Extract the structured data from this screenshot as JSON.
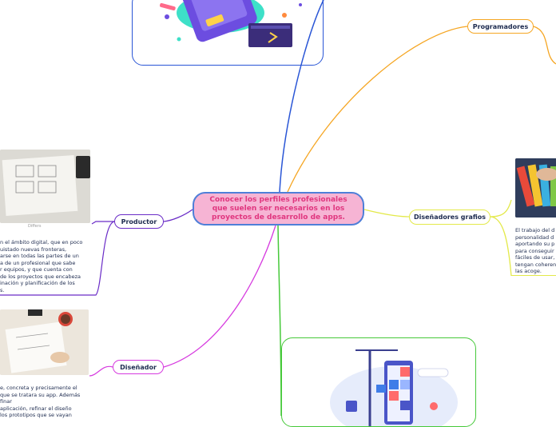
{
  "central_topic": "Conocer los perfiles profesionales que suelen ser necesarios en los proyectos de desarrollo de apps.",
  "branches": {
    "programadores": {
      "label": "Programadores",
      "color": "#f5a623"
    },
    "productor": {
      "label": "Productor",
      "color": "#6a2cc7",
      "text": "n el ámbito digital, que en poco\nuistado nuevas fronteras,\narse en todas las partes de un\na de un profesional que sabe\nr equipos, y que cuenta con\nde los proyectos que encabeza\ninación y planificación de los\ns.",
      "photo_caption": "Differs"
    },
    "disenador": {
      "label": "Diseñador",
      "color": "#d63adf",
      "text": "e, concreta y precisamente el\nque se tratara su app. Además\nfinar\naplicación, refinar el diseño\nlos prototipos que se vayan"
    },
    "disenadores_graficos": {
      "label": "Diseñadores grafios",
      "color": "#e3e94a",
      "text": "El trabajo del d\npersonalidad d\naportando su p\npara conseguir\nfáciles de usar,\ntengan coheren\nlas acoge."
    }
  },
  "colors": {
    "central_fill": "#f6b4d4",
    "central_border": "#4f7fd8",
    "central_text": "#e0367f",
    "top_link": "#2a56d6",
    "bottom_link": "#46c93a"
  }
}
